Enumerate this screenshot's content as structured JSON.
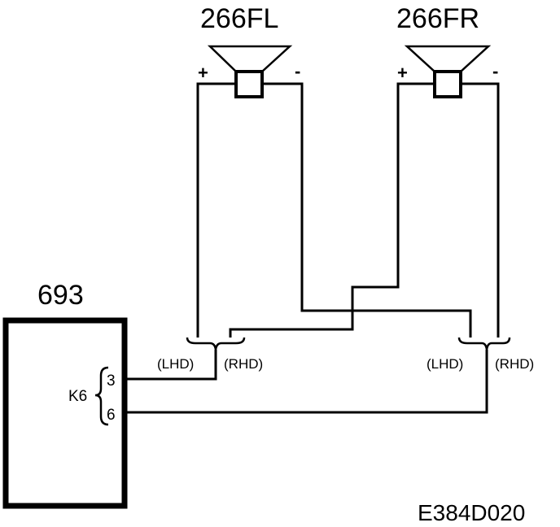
{
  "speakers": {
    "left": {
      "label": "266FL",
      "plus": "+",
      "minus": "-"
    },
    "right": {
      "label": "266FR",
      "plus": "+",
      "minus": "-"
    }
  },
  "module": {
    "label": "693",
    "connector": "K6",
    "pins": [
      "3",
      "6"
    ]
  },
  "variants": {
    "left_lhd": "(LHD)",
    "left_rhd": "(RHD)",
    "right_lhd": "(LHD)",
    "right_rhd": "(RHD)"
  },
  "figure_code": "E384D020"
}
